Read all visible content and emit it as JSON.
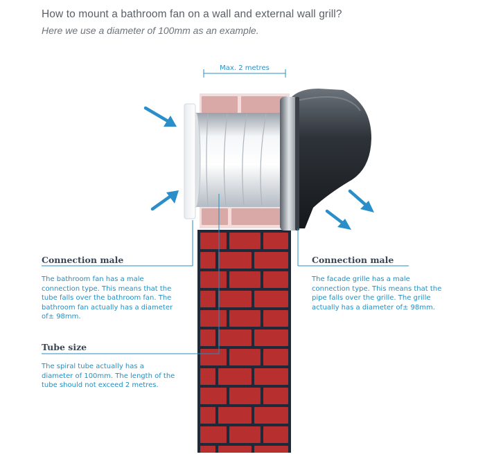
{
  "header": {
    "title": "How to mount a bathroom fan on a wall and external wall grill?",
    "subtitle": "Here we use a diameter of 100mm as an example."
  },
  "dimension_label": "Max. 2 metres",
  "left_connection": {
    "heading": "Connection male",
    "lines": [
      "The bathroom fan has a male",
      "connection type. This means that the",
      "tube falls over the bathroom fan. The",
      "bathroom fan actually has a diameter",
      "of± 98mm."
    ]
  },
  "tube_size": {
    "heading": "Tube size",
    "lines": [
      "The spiral tube actually has a",
      "diameter of 100mm. The length of the",
      "tube should not exceed 2 metres."
    ]
  },
  "right_connection": {
    "heading": "Connection male",
    "lines": [
      "The facade grille has a male",
      "connection type. This means that the",
      "pipe falls over the grille. The grille",
      "actually has a diameter of± 98mm."
    ]
  },
  "colors": {
    "arrow": "#2a8fc8",
    "brick": "#b7302f",
    "mortar": "#1e2a3a",
    "text_blue": "#1f8fc4",
    "heading": "#3a4654"
  }
}
